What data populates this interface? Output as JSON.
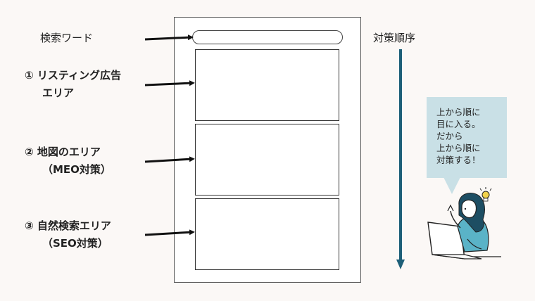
{
  "search_label": "検索ワード",
  "order_label": "対策順序",
  "areas": [
    {
      "line1": "① リスティング広告",
      "line2": "エリア"
    },
    {
      "line1": "② 地図のエリア",
      "line2": "（MEO対策）"
    },
    {
      "line1": "③ 自然検索エリア",
      "line2": "（SEO対策）"
    }
  ],
  "bubble": {
    "lines": [
      "上から順に",
      "目に入る。",
      "だから",
      "上から順に",
      "対策する！"
    ]
  },
  "colors": {
    "arrow": "#111111",
    "order_arrow": "#1d5f78",
    "bubble": "#c9e0e6",
    "background": "#fbf8f6"
  },
  "illustration": "woman-at-laptop-with-lightbulb-icon"
}
